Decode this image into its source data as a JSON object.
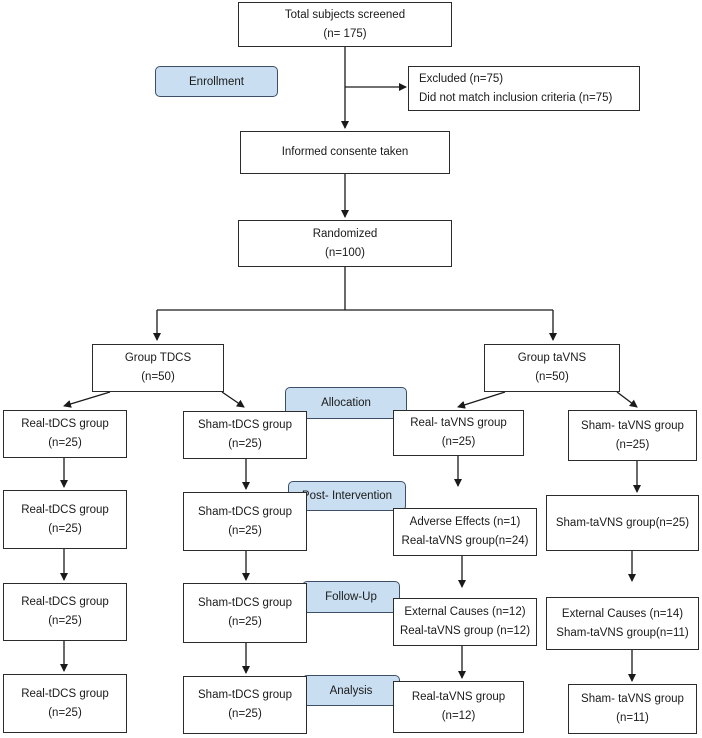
{
  "boxes": {
    "screened": {
      "line1": "Total subjects screened",
      "line2": "(n= 175)"
    },
    "excluded": {
      "line1": "Excluded (n=75)",
      "line2": "Did not match inclusion criteria (n=75)"
    },
    "consent": {
      "line1": "Informed consente taken"
    },
    "randomized": {
      "line1": "Randomized",
      "line2": "(n=100)"
    },
    "group_tdcs": {
      "line1": "Group TDCS",
      "line2": "(n=50)"
    },
    "group_tavns": {
      "line1": "Group taVNS",
      "line2": "(n=50)"
    },
    "real_tdcs_1": {
      "line1": "Real-tDCS group",
      "line2": "(n=25)"
    },
    "sham_tdcs_1": {
      "line1": "Sham-tDCS group",
      "line2": "(n=25)"
    },
    "real_tavns_1": {
      "line1": "Real- taVNS group",
      "line2": "(n=25)"
    },
    "sham_tavns_1": {
      "line1": "Sham- taVNS group",
      "line2": "(n=25)"
    },
    "real_tdcs_2": {
      "line1": "Real-tDCS group",
      "line2": "(n=25)"
    },
    "sham_tdcs_2": {
      "line1": "Sham-tDCS group",
      "line2": "(n=25)"
    },
    "real_tavns_2": {
      "line1": "Adverse Effects (n=1)",
      "line2": "Real-taVNS group(n=24)"
    },
    "sham_tavns_2": {
      "line1": "Sham-taVNS group(n=25)"
    },
    "real_tdcs_3": {
      "line1": "Real-tDCS group",
      "line2": "(n=25)"
    },
    "sham_tdcs_3": {
      "line1": "Sham-tDCS group",
      "line2": "(n=25)"
    },
    "real_tavns_3": {
      "line1": "External Causes (n=12)",
      "line2": "Real-taVNS group (n=12)"
    },
    "sham_tavns_3": {
      "line1": "External Causes (n=14)",
      "line2": "Sham-taVNS group(n=11)"
    },
    "real_tdcs_4": {
      "line1": "Real-tDCS group",
      "line2": "(n=25)"
    },
    "sham_tdcs_4": {
      "line1": "Sham-tDCS group",
      "line2": "(n=25)"
    },
    "real_tavns_4": {
      "line1": "Real-taVNS group",
      "line2": "(n=12)"
    },
    "sham_tavns_4": {
      "line1": "Sham- taVNS group",
      "line2": "(n=11)"
    }
  },
  "stages": {
    "enrollment": "Enrollment",
    "allocation": "Allocation",
    "post_intervention": "Post- Intervention",
    "follow_up": "Follow-Up",
    "analysis": "Analysis"
  },
  "colors": {
    "stage_fill": "#c9def0",
    "stroke": "#2b2b2b"
  }
}
